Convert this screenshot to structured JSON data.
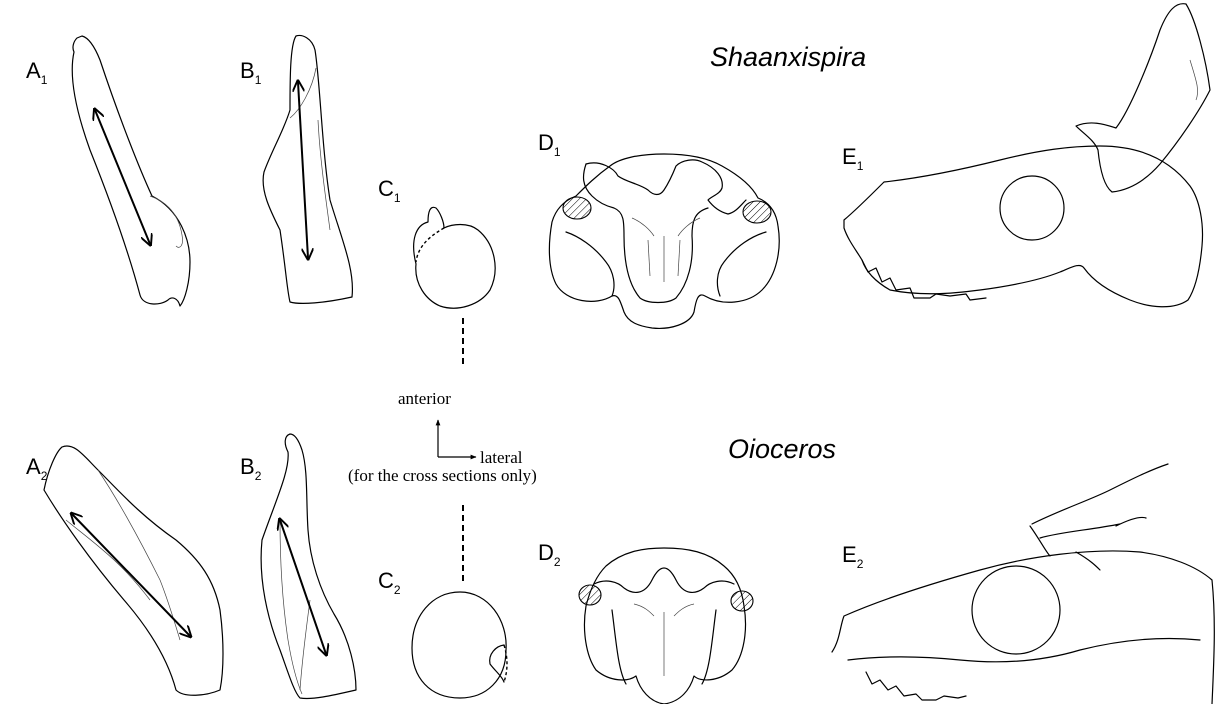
{
  "taxa": {
    "top": "Shaanxispira",
    "bottom": "Oioceros"
  },
  "panels": {
    "A1": {
      "letter": "A",
      "num": "1"
    },
    "B1": {
      "letter": "B",
      "num": "1"
    },
    "C1": {
      "letter": "C",
      "num": "1"
    },
    "D1": {
      "letter": "D",
      "num": "1"
    },
    "E1": {
      "letter": "E",
      "num": "1"
    },
    "A2": {
      "letter": "A",
      "num": "2"
    },
    "B2": {
      "letter": "B",
      "num": "2"
    },
    "C2": {
      "letter": "C",
      "num": "2"
    },
    "D2": {
      "letter": "D",
      "num": "2"
    },
    "E2": {
      "letter": "E",
      "num": "2"
    }
  },
  "orientation": {
    "anterior": "anterior",
    "lateral": "lateral",
    "note": "(for the cross sections only)"
  }
}
